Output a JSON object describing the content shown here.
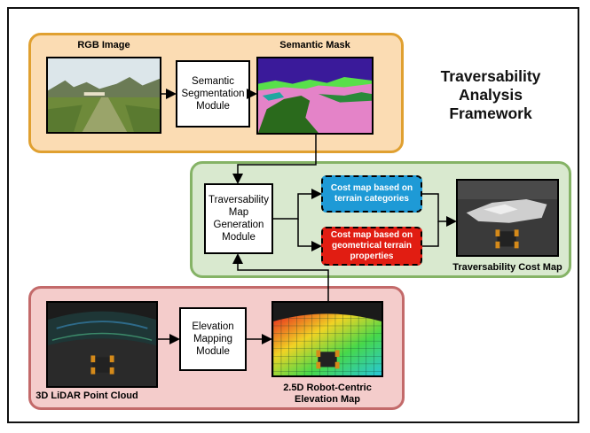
{
  "title": "Traversability\nAnalysis\nFramework",
  "title_lines": [
    "Traversability",
    "Analysis",
    "Framework"
  ],
  "labels": {
    "rgb": "RGB Image",
    "semantic_mask": "Semantic Mask",
    "lidar": "3D LiDAR Point Cloud",
    "elevation_map_1": "2.5D Robot-Centric",
    "elevation_map_2": "Elevation Map",
    "cost_map": "Traversability Cost Map"
  },
  "modules": {
    "segmentation": [
      "Semantic",
      "Segmentation",
      "Module"
    ],
    "traversability": [
      "Traversability",
      "Map",
      "Generation",
      "Module"
    ],
    "elevation": [
      "Elevation",
      "Mapping",
      "Module"
    ]
  },
  "cost_boxes": {
    "terrain_categories": [
      "Cost map based on",
      "terrain categories"
    ],
    "geometrical": [
      "Cost map based on",
      "geometrical terrain",
      "properties"
    ]
  },
  "colors": {
    "orange_panel_fill": "#fbdcb3",
    "orange_panel_border": "#e0a030",
    "green_panel_fill": "#d9e9cf",
    "green_panel_border": "#85b366",
    "red_panel_fill": "#f4cccb",
    "red_panel_border": "#c36a6a",
    "cost_blue": "#1e9ad6",
    "cost_red": "#e11d12"
  }
}
